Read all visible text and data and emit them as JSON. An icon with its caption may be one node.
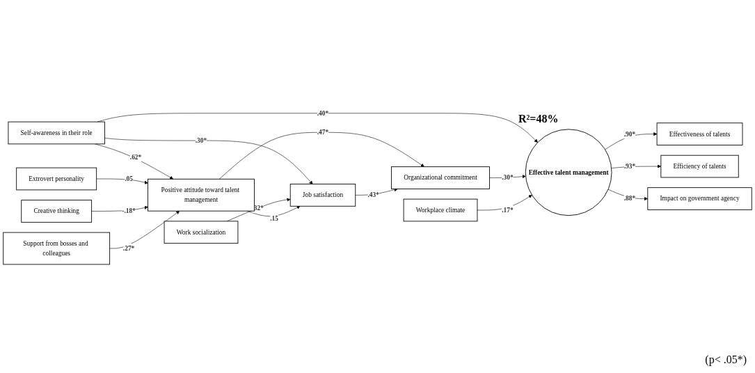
{
  "diagram": {
    "nodes": [
      {
        "text": [
          "Self-awareness in their role"
        ]
      },
      {
        "text": [
          "Extrovert personality"
        ]
      },
      {
        "text": [
          "Creative thinking"
        ]
      },
      {
        "text": [
          "Support from bosses and colleagues"
        ]
      },
      {
        "text": [
          "Work socialization"
        ]
      },
      {
        "text": [
          "Workplace climate"
        ]
      },
      {
        "text": [
          "Positive attitude toward talent management"
        ]
      },
      {
        "text": [
          "Organizational commitment"
        ]
      },
      {
        "text": [
          "Job satisfaction"
        ]
      },
      {
        "text": [
          "Effective talent management"
        ],
        "beside": [
          "R²=48%"
        ]
      },
      {
        "text": [
          "Effectiveness of talents"
        ]
      },
      {
        "text": [
          "Efficiency of talents"
        ]
      },
      {
        "text": [
          "Impact on government agency"
        ]
      }
    ],
    "edges": [
      {
        "from": 0,
        "to": 9,
        "arrow": "to",
        "label": ".40*"
      },
      {
        "from": 0,
        "to": 6,
        "arrow": "to",
        "label": ".62*"
      },
      {
        "from": 1,
        "to": 6,
        "arrow": "to",
        "label": ".05"
      },
      {
        "from": 2,
        "to": 6,
        "arrow": "to",
        "label": "-.18*"
      },
      {
        "from": 3,
        "to": 6,
        "arrow": "to",
        "label": ".27*"
      },
      {
        "from": 6,
        "to": 7,
        "arrow": "to",
        "label": ".47*"
      },
      {
        "from": 7,
        "to": 9,
        "arrow": "to",
        "label": ".30*"
      },
      {
        "from": 0,
        "to": 8,
        "arrow": "to",
        "label": ".30*"
      },
      {
        "from": 4,
        "to": 8,
        "arrow": "to",
        "label": ".32*"
      },
      {
        "from": 8,
        "to": 7,
        "arrow": "to",
        "label": ".43*"
      },
      {
        "from": 6,
        "to": 8,
        "arrow": "to",
        "label": ".15"
      },
      {
        "from": 5,
        "to": 9,
        "arrow": "to",
        "label": ".17*"
      },
      {
        "from": 9,
        "to": 10,
        "arrow": "to",
        "label": ".90*"
      },
      {
        "from": 9,
        "to": 11,
        "arrow": "to",
        "label": ".93*"
      },
      {
        "from": 9,
        "to": 12,
        "arrow": "to",
        "label": ".88*"
      }
    ],
    "labels": [
      "(p< .05*)"
    ]
  }
}
